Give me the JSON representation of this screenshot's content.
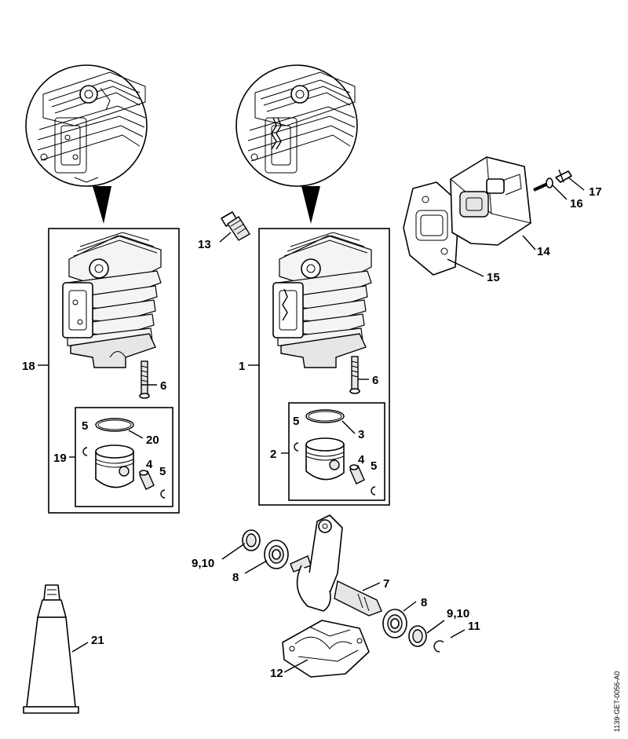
{
  "document_id": "1139-GET-0056-A0",
  "callouts": {
    "c1": "1",
    "c2": "2",
    "c3": "3",
    "c4a": "4",
    "c4b": "4",
    "c5a": "5",
    "c5b": "5",
    "c5c": "5",
    "c5d": "5",
    "c6a": "6",
    "c6b": "6",
    "c7": "7",
    "c8a": "8",
    "c8b": "8",
    "c910a": "9,10",
    "c910b": "9,10",
    "c11": "11",
    "c12": "12",
    "c13": "13",
    "c14": "14",
    "c15": "15",
    "c16": "16",
    "c17": "17",
    "c18": "18",
    "c19": "19",
    "c20": "20",
    "c21": "21"
  }
}
